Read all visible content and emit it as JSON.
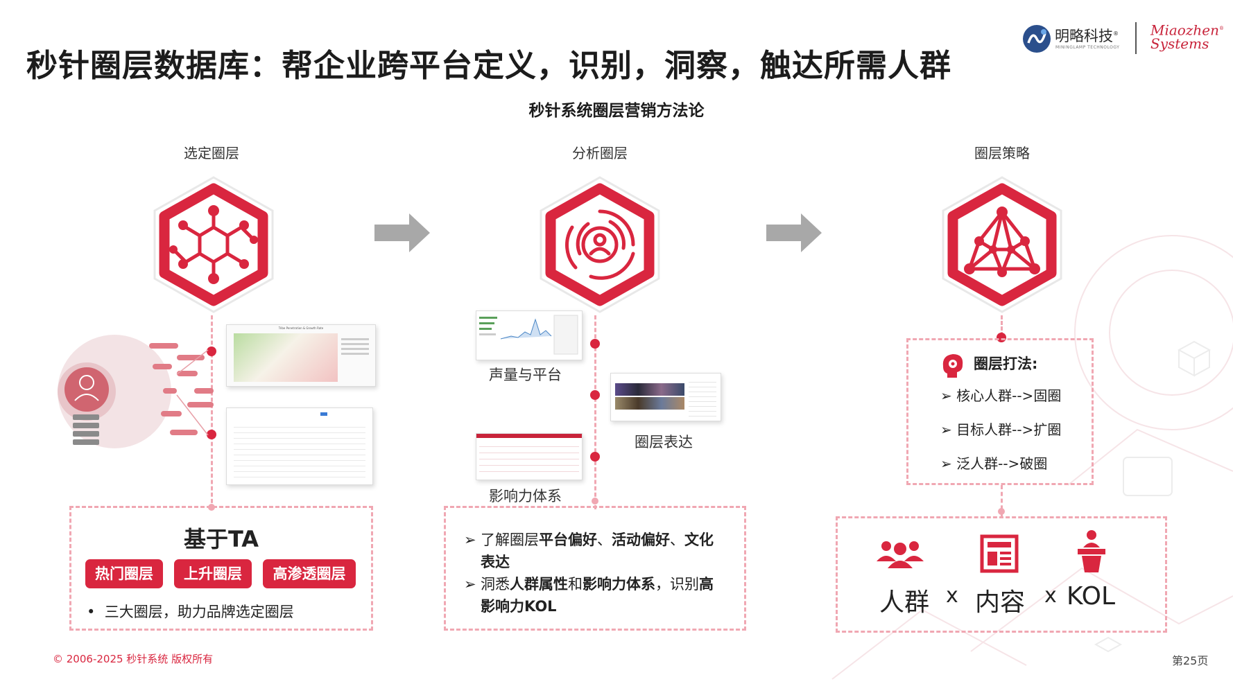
{
  "header": {
    "title": "秒针圈层数据库：帮企业跨平台定义，识别，洞察，触达所需人群",
    "subtitle": "秒针系统圈层营销方法论"
  },
  "logo": {
    "company_cn": "明略科技",
    "company_reg": "®",
    "company_en": "MININGLAMP TECHNOLOGY",
    "brand_line1": "Miaozhen",
    "brand_line2": "Systems",
    "brand_reg": "®"
  },
  "steps": [
    {
      "label": "选定圈层",
      "icon": "network-cube-icon"
    },
    {
      "label": "分析圈层",
      "icon": "target-user-icon"
    },
    {
      "label": "圈层策略",
      "icon": "molecule-network-icon"
    }
  ],
  "col1": {
    "box_title": "基于TA",
    "tags": [
      "热门圈层",
      "上升圈层",
      "高渗透圈层"
    ],
    "bullet": "三大圈层，助力品牌选定圈层",
    "chart_title": "Tribe Penetration & Growth Rate"
  },
  "col2": {
    "captions": [
      "声量与平台",
      "圈层表达",
      "影响力体系"
    ],
    "bullets": [
      {
        "pre": "了解圈层",
        "b1": "平台偏好",
        "mid": "、",
        "b2": "活动偏好",
        "mid2": "、",
        "b3": "文化表达",
        "post": ""
      },
      {
        "pre": "洞悉",
        "b1": "人群属性",
        "mid": "和",
        "b2": "影响力体系",
        "mid2": "，识别",
        "b3": "高影响力KOL",
        "post": ""
      }
    ]
  },
  "col3": {
    "strategy_title": "圈层打法:",
    "strategy_items": [
      "核心人群-->固圈",
      "目标人群-->扩圈",
      "泛人群-->破圈"
    ],
    "formula": {
      "w1": "人群",
      "x1": "x",
      "w2": "内容",
      "x2": "x",
      "w3": "KOL"
    }
  },
  "footer": {
    "copyright": "© 2006-2025 秒针系统 版权所有",
    "page": "第25页"
  },
  "colors": {
    "accent": "#d9263f",
    "dash": "#f0a7b2",
    "arrow": "#a8a8a8"
  }
}
